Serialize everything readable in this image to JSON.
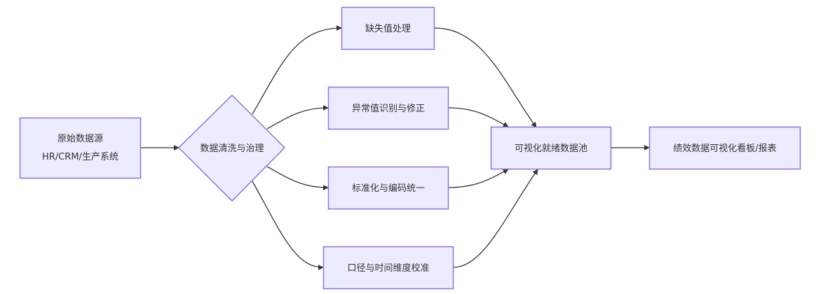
{
  "diagram": {
    "type": "flowchart",
    "direction": "left-to-right",
    "colors": {
      "node_fill": "#ECECFF",
      "node_stroke": "#9370DB",
      "edge": "#333333",
      "text": "#333333"
    },
    "nodes": {
      "source": {
        "lines": [
          "原始数据源",
          "HR/CRM/生产系统"
        ],
        "shape": "rect"
      },
      "cleaning": {
        "label": "数据清洗与治理",
        "shape": "diamond"
      },
      "missing": {
        "label": "缺失值处理",
        "shape": "rect"
      },
      "outlier": {
        "label": "异常值识别与修正",
        "shape": "rect"
      },
      "standardize": {
        "label": "标准化与编码统一",
        "shape": "rect"
      },
      "calibrate": {
        "label": "口径与时间维度校准",
        "shape": "rect"
      },
      "pool": {
        "label": "可视化就绪数据池",
        "shape": "rect"
      },
      "dashboard": {
        "label": "绩效数据可视化看板/报表",
        "shape": "rect"
      }
    },
    "edges": [
      {
        "from": "source",
        "to": "cleaning"
      },
      {
        "from": "cleaning",
        "to": "missing"
      },
      {
        "from": "cleaning",
        "to": "outlier"
      },
      {
        "from": "cleaning",
        "to": "standardize"
      },
      {
        "from": "cleaning",
        "to": "calibrate"
      },
      {
        "from": "missing",
        "to": "pool"
      },
      {
        "from": "outlier",
        "to": "pool"
      },
      {
        "from": "standardize",
        "to": "pool"
      },
      {
        "from": "calibrate",
        "to": "pool"
      },
      {
        "from": "pool",
        "to": "dashboard"
      }
    ]
  }
}
